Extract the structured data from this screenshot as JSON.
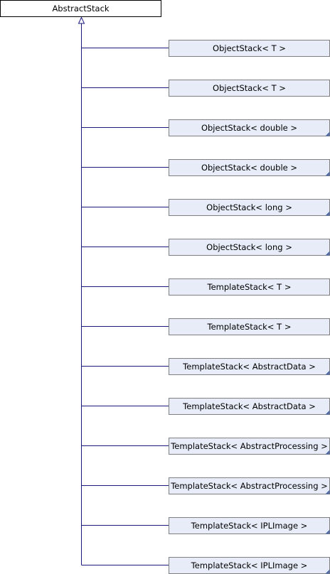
{
  "colors": {
    "base_fill": "#ffffff",
    "child_fill": "#e8ecf8",
    "border": "#808080",
    "edge": "#1a1a7e",
    "corner_marker": "#4f6ba8"
  },
  "base_class": {
    "label": "AbstractStack"
  },
  "derived_classes": [
    {
      "label": "ObjectStack< T >",
      "has_more_marker": false
    },
    {
      "label": "ObjectStack< T >",
      "has_more_marker": false
    },
    {
      "label": "ObjectStack< double >",
      "has_more_marker": true
    },
    {
      "label": "ObjectStack< double >",
      "has_more_marker": true
    },
    {
      "label": "ObjectStack< long >",
      "has_more_marker": true
    },
    {
      "label": "ObjectStack< long >",
      "has_more_marker": true
    },
    {
      "label": "TemplateStack< T >",
      "has_more_marker": false
    },
    {
      "label": "TemplateStack< T >",
      "has_more_marker": false
    },
    {
      "label": "TemplateStack< AbstractData >",
      "has_more_marker": true
    },
    {
      "label": "TemplateStack< AbstractData >",
      "has_more_marker": true
    },
    {
      "label": "TemplateStack< AbstractProcessing >",
      "has_more_marker": true
    },
    {
      "label": "TemplateStack< AbstractProcessing >",
      "has_more_marker": true
    },
    {
      "label": "TemplateStack< IPLImage >",
      "has_more_marker": true
    },
    {
      "label": "TemplateStack< IPLImage >",
      "has_more_marker": true
    }
  ]
}
